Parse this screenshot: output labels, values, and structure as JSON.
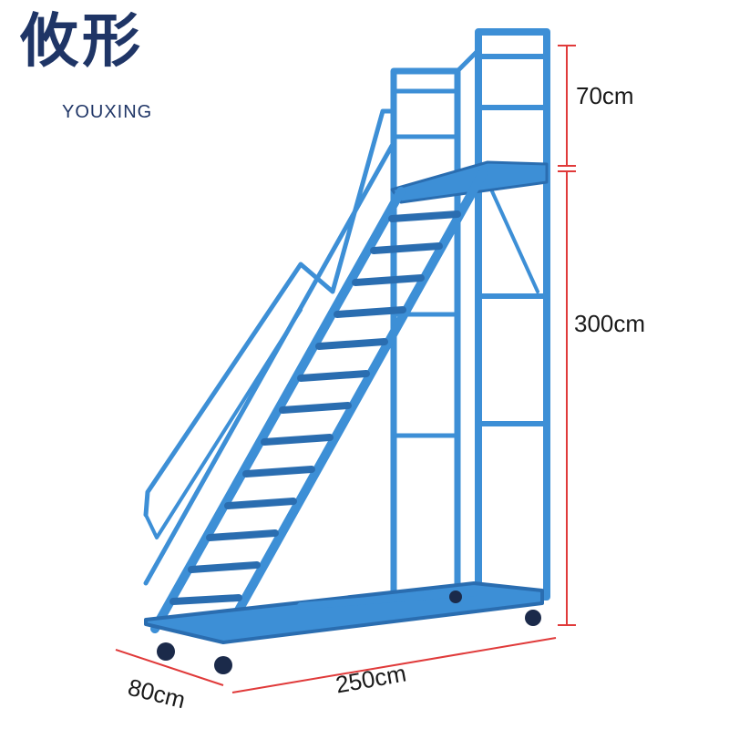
{
  "brand": {
    "name_cn": "攸形",
    "name_en": "YOUXING"
  },
  "product": {
    "color": "#3d8fd6",
    "shadow": "#2a6db0"
  },
  "dimensions": {
    "platform_height": "70cm",
    "total_height": "300cm",
    "width": "80cm",
    "length": "250cm",
    "line_color": "#e03a3a"
  }
}
